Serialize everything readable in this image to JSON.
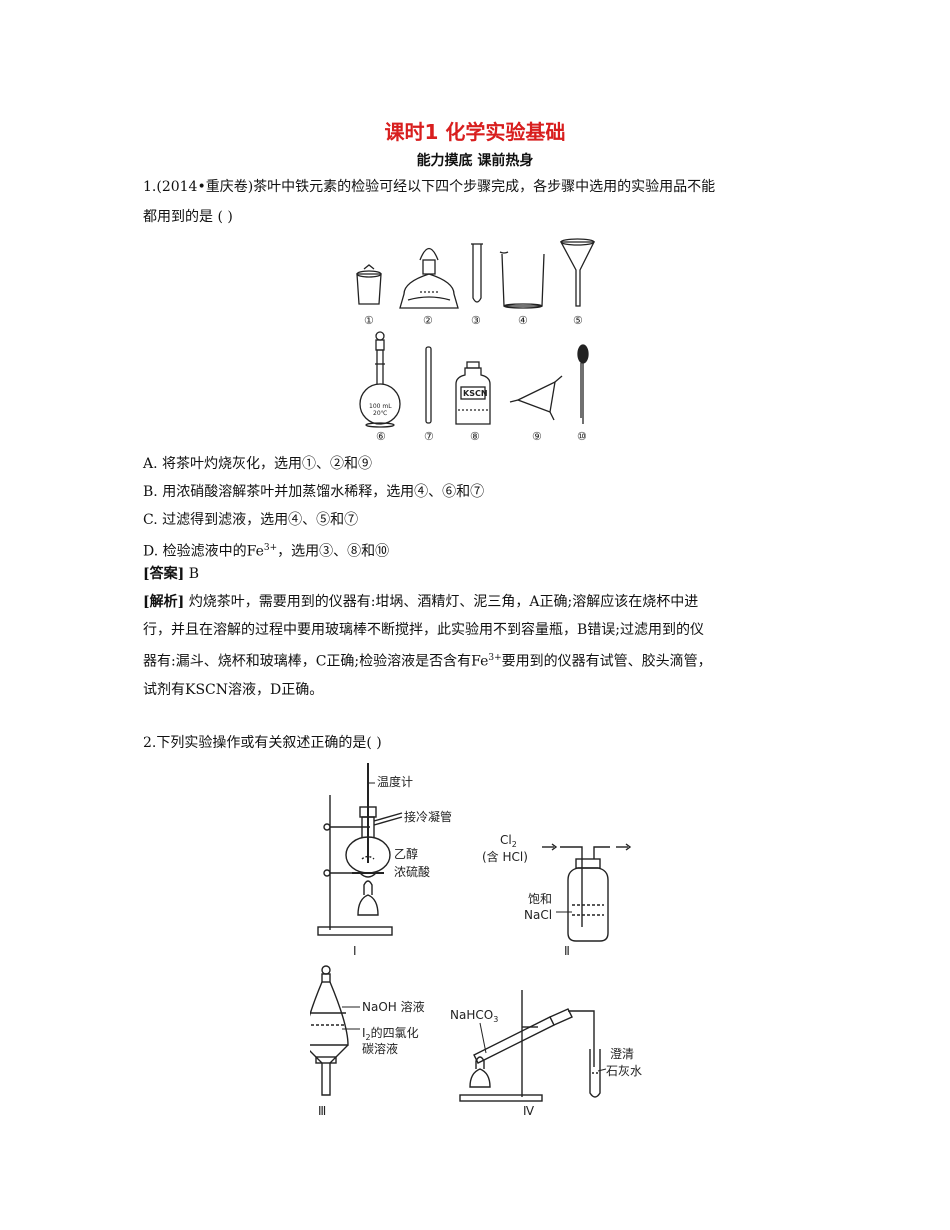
{
  "title": "课时1  化学实验基础",
  "subtitle": "能力摸底    课前热身",
  "q1": {
    "stem_line1": "1.(2014•重庆卷)茶叶中铁元素的检验可经以下四个步骤完成，各步骤中选用的实验用品不能",
    "stem_line2": "都用到的是 (      )",
    "fig_labels": [
      "①",
      "②",
      "③",
      "④",
      "⑤",
      "⑥",
      "⑦",
      "⑧",
      "⑨",
      "⑩"
    ],
    "flask_text_1": "100 mL",
    "flask_text_2": "20℃",
    "bottle_text": "KSCN",
    "options": {
      "A": "A.  将茶叶灼烧灰化，选用①、②和⑨",
      "B": "B.  用浓硝酸溶解茶叶并加蒸馏水稀释，选用④、⑥和⑦",
      "C": "C.  过滤得到滤液，选用④、⑤和⑦",
      "D_pre": "D.  检验滤液中的Fe",
      "D_sup": "3+",
      "D_post": "，选用③、⑧和⑩"
    },
    "answer_label": "[答案]",
    "answer_value": "  B",
    "analysis_label": "[解析]",
    "analysis_1": "   灼烧茶叶，需要用到的仪器有:坩埚、酒精灯、泥三角，A正确;溶解应该在烧杯中进",
    "analysis_2": "行，并且在溶解的过程中要用玻璃棒不断搅拌，此实验用不到容量瓶，B错误;过滤用到的仪",
    "analysis_3_pre": "器有:漏斗、烧杯和玻璃棒，C正确;检验溶液是否含有Fe",
    "analysis_3_sup": "3+",
    "analysis_3_post": "要用到的仪器有试管、胶头滴管，",
    "analysis_4": "试剂有KSCN溶液，D正确。"
  },
  "q2": {
    "stem": "2.下列实验操作或有关叙述正确的是(      )",
    "fig1": {
      "thermometer": "温度计",
      "condenser": "接冷凝管",
      "ethanol": "乙醇",
      "acid": "浓硫酸",
      "roman": "Ⅰ"
    },
    "fig2": {
      "cl2": "Cl",
      "cl2_sub": "2",
      "hcl": "(含 HCl)",
      "sat": "饱和",
      "nacl": "NaCl",
      "roman": "Ⅱ"
    },
    "fig3": {
      "naoh": "NaOH 溶液",
      "i2_pre": "I",
      "i2_sub": "2",
      "i2_post": "的四氯化",
      "ccl4": "碳溶液",
      "roman": "Ⅲ"
    },
    "fig4": {
      "nahco3": "NaHCO",
      "nahco3_sub": "3",
      "lime1": "澄清",
      "lime2": "石灰水",
      "roman": "Ⅳ"
    }
  }
}
